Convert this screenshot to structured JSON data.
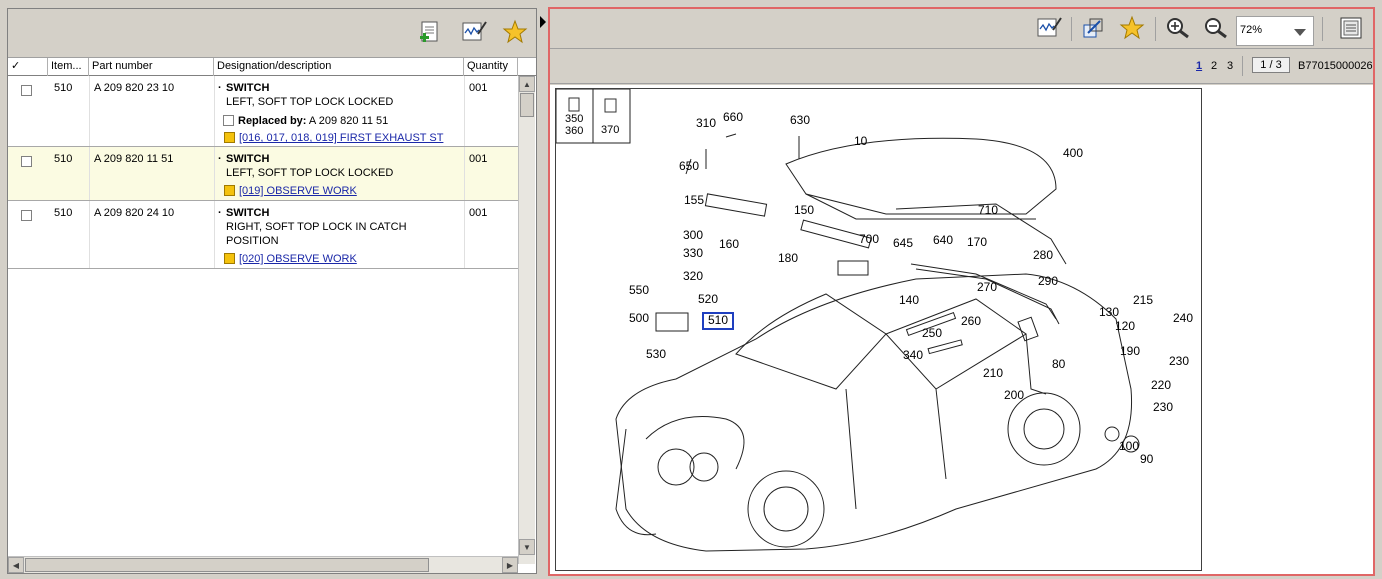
{
  "left_toolbar": {
    "icons": [
      "add-document-icon",
      "edit-notes-icon",
      "favorites-star-icon"
    ]
  },
  "grid": {
    "columns": [
      {
        "label": "✓"
      },
      {
        "label": "Item..."
      },
      {
        "label": "Part number"
      },
      {
        "label": "Designation/description"
      },
      {
        "label": "Quantity"
      }
    ],
    "rows": [
      {
        "item": "510",
        "part_number": "A 209 820 23 10",
        "name": "SWITCH",
        "description": "LEFT, SOFT TOP LOCK LOCKED",
        "replaced_label": "Replaced by:",
        "replaced_value": "A 209 820 11 51",
        "note": "[016, 017, 018, 019] FIRST EXHAUST ST",
        "quantity": "001"
      },
      {
        "item": "510",
        "part_number": "A 209 820 11 51",
        "name": "SWITCH",
        "description": "LEFT, SOFT TOP LOCK LOCKED",
        "note": "[019] OBSERVE WORK",
        "quantity": "001"
      },
      {
        "item": "510",
        "part_number": "A 209 820 24 10",
        "name": "SWITCH",
        "description_line1": "RIGHT, SOFT TOP LOCK IN CATCH",
        "description_line2": "POSITION",
        "note": "[020] OBSERVE WORK",
        "quantity": "001"
      }
    ]
  },
  "right_toolbar": {
    "icons": [
      "edit-notes-icon",
      "fit-window-icon",
      "favorites-star-icon",
      "zoom-in-icon",
      "zoom-out-icon",
      "page-view-icon"
    ],
    "zoom": "72%"
  },
  "pager": {
    "pages": [
      "1",
      "2",
      "3"
    ],
    "current": "1",
    "counter": "1 / 3",
    "document_id": "B77015000026"
  },
  "drawing": {
    "legend": [
      {
        "label": "350\n360"
      },
      {
        "label": "370"
      }
    ],
    "callouts": [
      "310",
      "660",
      "630",
      "10",
      "400",
      "650",
      "155",
      "150",
      "710",
      "300",
      "160",
      "700",
      "645",
      "640",
      "170",
      "330",
      "180",
      "280",
      "320",
      "270",
      "290",
      "550",
      "520",
      "140",
      "215",
      "500",
      "510",
      "260",
      "130",
      "240",
      "250",
      "120",
      "530",
      "340",
      "190",
      "230",
      "210",
      "80",
      "220",
      "200",
      "230",
      "100",
      "90"
    ],
    "highlight": "510"
  },
  "colors": {
    "accent_border": "#e06666",
    "link": "#1b28a8",
    "selected_row": "#fbfbe2",
    "highlight_box": "#1f3fbf"
  }
}
